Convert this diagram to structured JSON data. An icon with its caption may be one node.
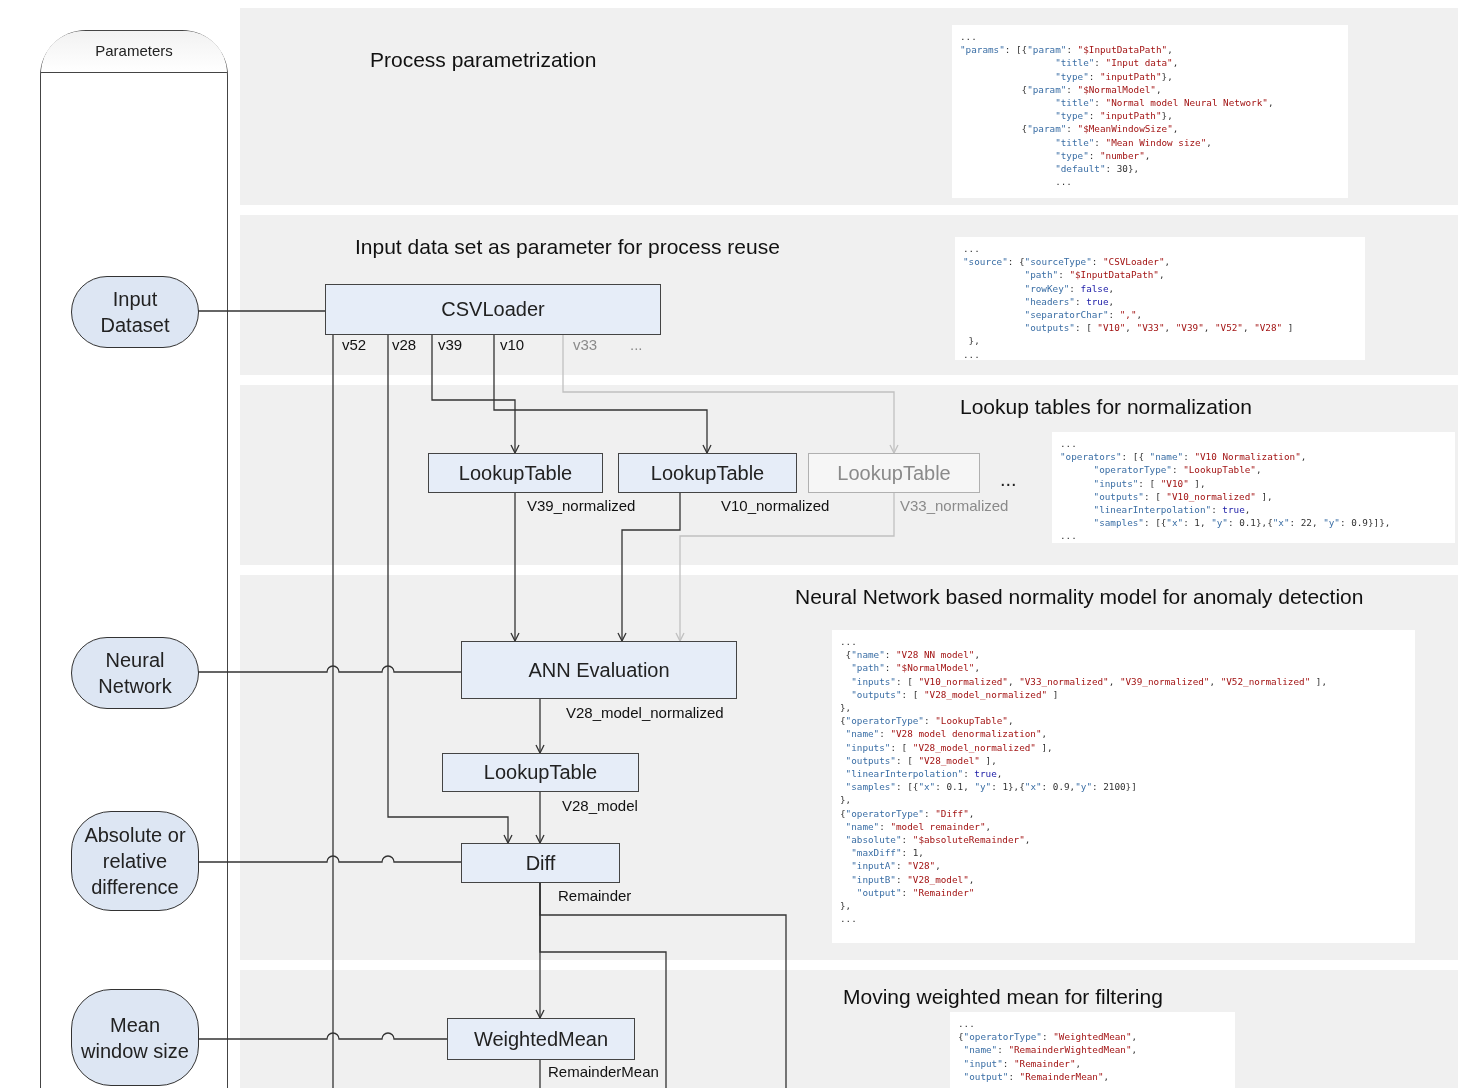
{
  "diagram": {
    "nodes": [
      {
        "text": [
          "Parameters"
        ]
      },
      {
        "text": [
          "Input Dataset"
        ],
        "in": 0
      },
      {
        "text": [
          "Neural Network"
        ],
        "in": 0
      },
      {
        "text": [
          "Absolute or relative difference"
        ],
        "in": 0
      },
      {
        "text": [
          "Mean window size"
        ],
        "in": 0
      },
      {
        "text": [
          "Process parametrization"
        ]
      },
      {
        "text": [
          "...",
          "\"params\": [{\"param\": \"$InputDataPath\",",
          "\"title\": \"Input data\",",
          "\"type\": \"inputPath\"},",
          "{\"param\": \"$NormalModel\",",
          "\"title\": \"Normal model Neural Network\",",
          "\"type\": \"inputPath\"},",
          "{\"param\": \"$MeanWindowSize\",",
          "\"title\": \"Mean Window size\",",
          "\"type\": \"number\",",
          "\"default\": 30},",
          "..."
        ],
        "in": 5
      },
      {
        "text": [
          "Input data set as parameter for process reuse"
        ]
      },
      {
        "text": [
          "...",
          "\"source\": {\"sourceType\": \"CSVLoader\",",
          "\"path\": \"$InputDataPath\",",
          "\"rowKey\": false,",
          "\"headers\": true,",
          "\"separatorChar\": \",\",",
          "\"outputs\": [ \"V10\", \"V33\", \"V39\", \"V52\", \"V28\" ]",
          "},",
          "..."
        ],
        "in": 7
      },
      {
        "text": [
          "CSVLoader"
        ],
        "in": 7,
        "beside": [
          "v52",
          "v28",
          "v39",
          "v10",
          "v33",
          "..."
        ]
      },
      {
        "text": [
          "Lookup tables for normalization"
        ]
      },
      {
        "text": [
          "LookupTable"
        ],
        "in": 10,
        "beside": [
          "V39_normalized"
        ]
      },
      {
        "text": [
          "LookupTable"
        ],
        "in": 10,
        "beside": [
          "V10_normalized"
        ]
      },
      {
        "text": [
          "LookupTable"
        ],
        "in": 10,
        "beside": [
          "V33_normalized"
        ]
      },
      {
        "text": [
          "...",
          "\"operators\": [{ \"name\": \"V10 Normalization\",",
          "\"operatorType\": \"LookupTable\",",
          "\"inputs\": [ \"V10\" ],",
          "\"outputs\": [ \"V10_normalized\" ],",
          "\"linearInterpolation\": true,",
          "\"samples\": [{\"x\": 1, \"y\": 0.1},{\"x\": 22, \"y\": 0.9}]},",
          "..."
        ],
        "in": 10
      },
      {
        "text": [
          "Neural Network based normality model for anomaly detection"
        ]
      },
      {
        "text": [
          "ANN Evaluation"
        ],
        "in": 15,
        "beside": [
          "V28_model_normalized"
        ]
      },
      {
        "text": [
          "LookupTable"
        ],
        "in": 15,
        "beside": [
          "V28_model"
        ]
      },
      {
        "text": [
          "Diff"
        ],
        "in": 15,
        "beside": [
          "Remainder"
        ]
      },
      {
        "text": [
          "...",
          "{\"name\": \"V28 NN model\",",
          "\"path\": \"$NormalModel\",",
          "\"inputs\": [ \"V10_normalized\", \"V33_normalized\", \"V39_normalized\", \"V52_normalized\" ],",
          "\"outputs\": [ \"V28_model_normalized\" ]",
          "},",
          "{\"operatorType\": \"LookupTable\",",
          "\"name\": \"V28 model denormalization\",",
          "\"inputs\": [ \"V28_model_normalized\" ],",
          "\"outputs\": [ \"V28_model\" ],",
          "\"linearInterpolation\": true,",
          "\"samples\": [{\"x\": 0.1, \"y\": 1},{\"x\": 0.9,\"y\": 2100}]",
          "},",
          "{\"operatorType\": \"Diff\",",
          "\"name\": \"model remainder\",",
          "\"absolute\": \"$absoluteRemainder\",",
          "\"maxDiff\": 1,",
          "\"inputA\": \"V28\",",
          "\"inputB\": \"V28_model\",",
          "\"output\": \"Remainder\"",
          "},",
          "..."
        ],
        "in": 15
      },
      {
        "text": [
          "Moving weighted mean for filtering"
        ]
      },
      {
        "text": [
          "WeightedMean"
        ],
        "in": 20,
        "beside": [
          "RemainderMean"
        ]
      },
      {
        "text": [
          "...",
          "{\"operatorType\": \"WeightedMean\",",
          "\"name\": \"RemainderWightedMean\",",
          "\"input\": \"Remainder\",",
          "\"output\": \"RemainderMean\","
        ],
        "in": 20
      }
    ],
    "edges": [
      {
        "from": 1,
        "to": 9,
        "arrow": "none"
      },
      {
        "from": 9,
        "to": 11,
        "arrow": "to"
      },
      {
        "from": 9,
        "to": 12,
        "arrow": "to"
      },
      {
        "from": 9,
        "to": 13,
        "arrow": "to",
        "color": "#c0c0c0"
      },
      {
        "from": 9,
        "to": 20,
        "arrow": "none"
      },
      {
        "from": 9,
        "to": 18,
        "arrow": "to"
      },
      {
        "from": 11,
        "to": 16,
        "arrow": "to"
      },
      {
        "from": 12,
        "to": 16,
        "arrow": "to"
      },
      {
        "from": 13,
        "to": 16,
        "arrow": "to",
        "color": "#c0c0c0"
      },
      {
        "from": 2,
        "to": 16,
        "arrow": "none"
      },
      {
        "from": 16,
        "to": 17,
        "arrow": "to"
      },
      {
        "from": 17,
        "to": 18,
        "arrow": "to"
      },
      {
        "from": 3,
        "to": 18,
        "arrow": "none"
      },
      {
        "from": 18,
        "to": 21,
        "arrow": "to"
      },
      {
        "from": 18,
        "to": 20,
        "arrow": "none"
      },
      {
        "from": 18,
        "to": 20,
        "arrow": "none"
      },
      {
        "from": 4,
        "to": 21,
        "arrow": "none"
      },
      {
        "from": 21,
        "to": 20,
        "arrow": "none"
      }
    ],
    "labels": [
      "..."
    ]
  }
}
